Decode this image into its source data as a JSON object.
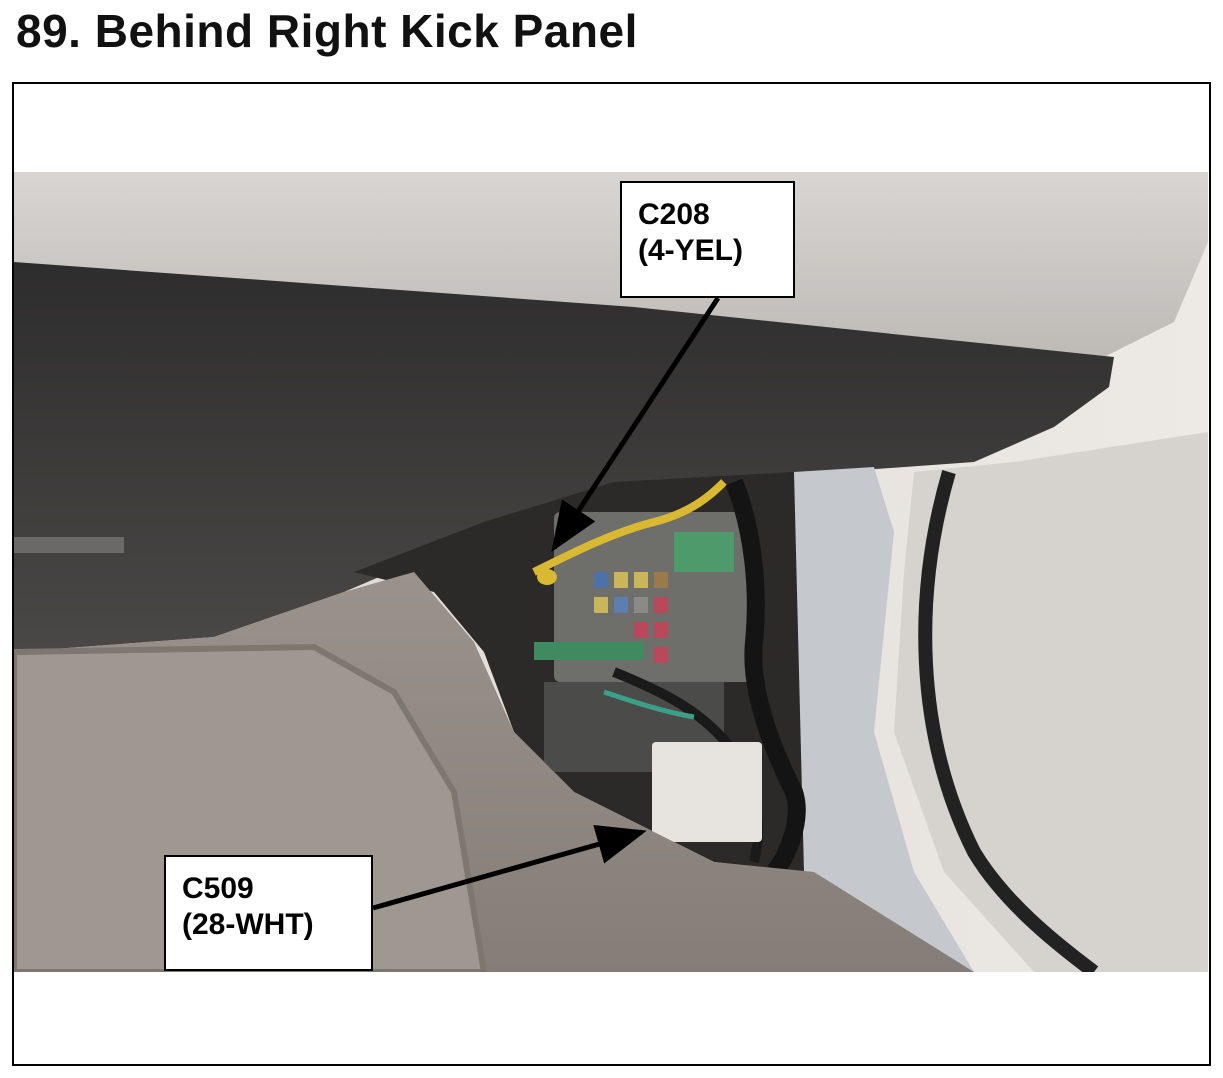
{
  "page": {
    "title": "89.  Behind Right Kick Panel"
  },
  "callouts": [
    {
      "line1": "C208",
      "line2": "(4-YEL)"
    },
    {
      "line1": "C509",
      "line2": "(28-WHT)"
    }
  ],
  "photo": {
    "subject": "under-dash area behind right kick panel with fuse box and wiring harnesses",
    "colors": {
      "dash_gray": "#c9c6c2",
      "dark_trim": "#3a3838",
      "carpet": "#8f8781",
      "pillar": "#b9bdc2",
      "fuse_box": "#6c6c6a"
    }
  }
}
